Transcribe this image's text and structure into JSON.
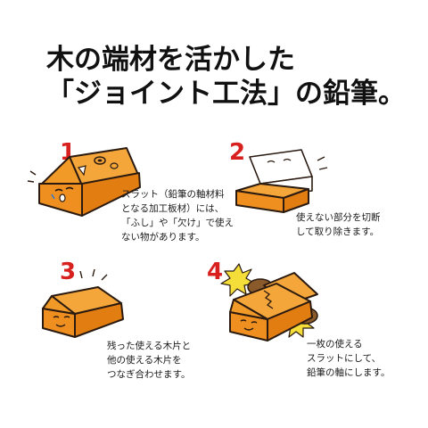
{
  "title": {
    "line1": "木の端材を活かした",
    "line2": "「ジョイント工法」の鉛筆。"
  },
  "steps": [
    {
      "number": "1",
      "lines": [
        "スラット（鉛筆の軸材料",
        "となる加工板材）には、",
        "「ふし」や「欠け」で使え",
        "ない物があります。"
      ]
    },
    {
      "number": "2",
      "lines": [
        "使えない部分を切断",
        "して取り除きます。"
      ]
    },
    {
      "number": "3",
      "lines": [
        "残った使える木片と",
        "他の使える木片を",
        "つなぎ合わせます。"
      ]
    },
    {
      "number": "4",
      "lines": [
        "一枚の使える",
        "スラットにして、",
        "鉛筆の軸にします。"
      ]
    }
  ],
  "colors": {
    "step_number": "#d8201e",
    "wood_top": "#f4a63a",
    "wood_side": "#e27d12",
    "outline": "#2a1a10",
    "burst": "#f5dd3a"
  }
}
